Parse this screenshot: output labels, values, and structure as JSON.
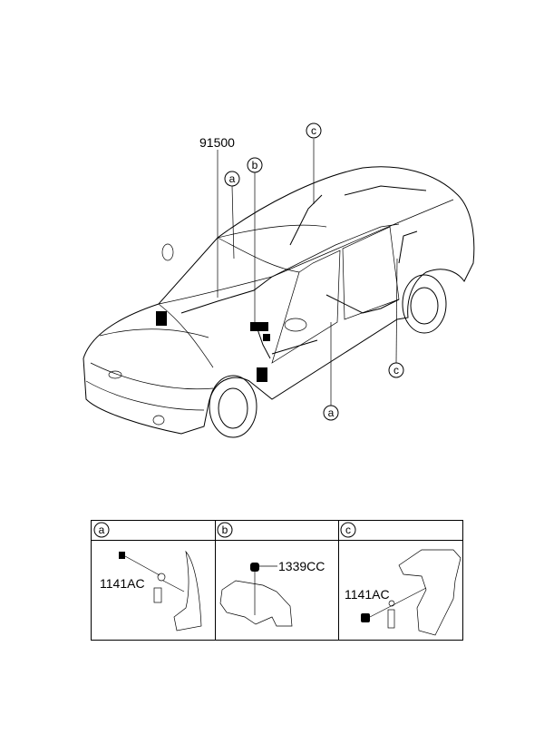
{
  "main_diagram": {
    "part_number": "91500",
    "callouts": [
      "a",
      "b",
      "c",
      "c",
      "a"
    ]
  },
  "detail_table": {
    "columns": [
      {
        "key": "a",
        "parts": [
          "1141AC"
        ]
      },
      {
        "key": "b",
        "parts": [
          "1339CC"
        ]
      },
      {
        "key": "c",
        "parts": [
          "1141AC"
        ]
      }
    ]
  }
}
